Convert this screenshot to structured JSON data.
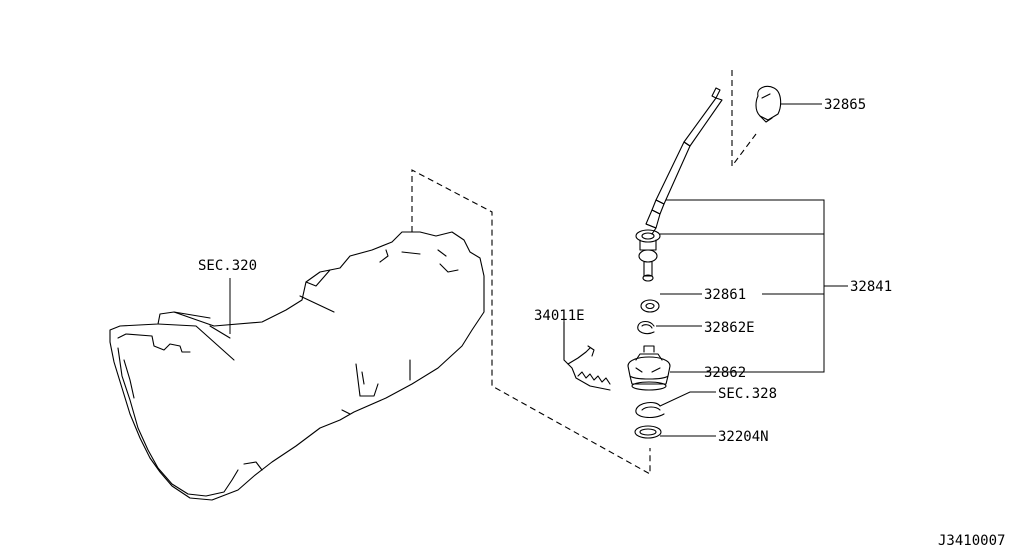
{
  "diagram": {
    "id_code": "J3410007",
    "labels": {
      "sec320": "SEC.320",
      "p34011e": "34011E",
      "p32865": "32865",
      "p32841": "32841",
      "p32861": "32861",
      "p32862e": "32862E",
      "p32862": "32862",
      "sec328": "SEC.328",
      "p32204n": "32204N"
    }
  }
}
